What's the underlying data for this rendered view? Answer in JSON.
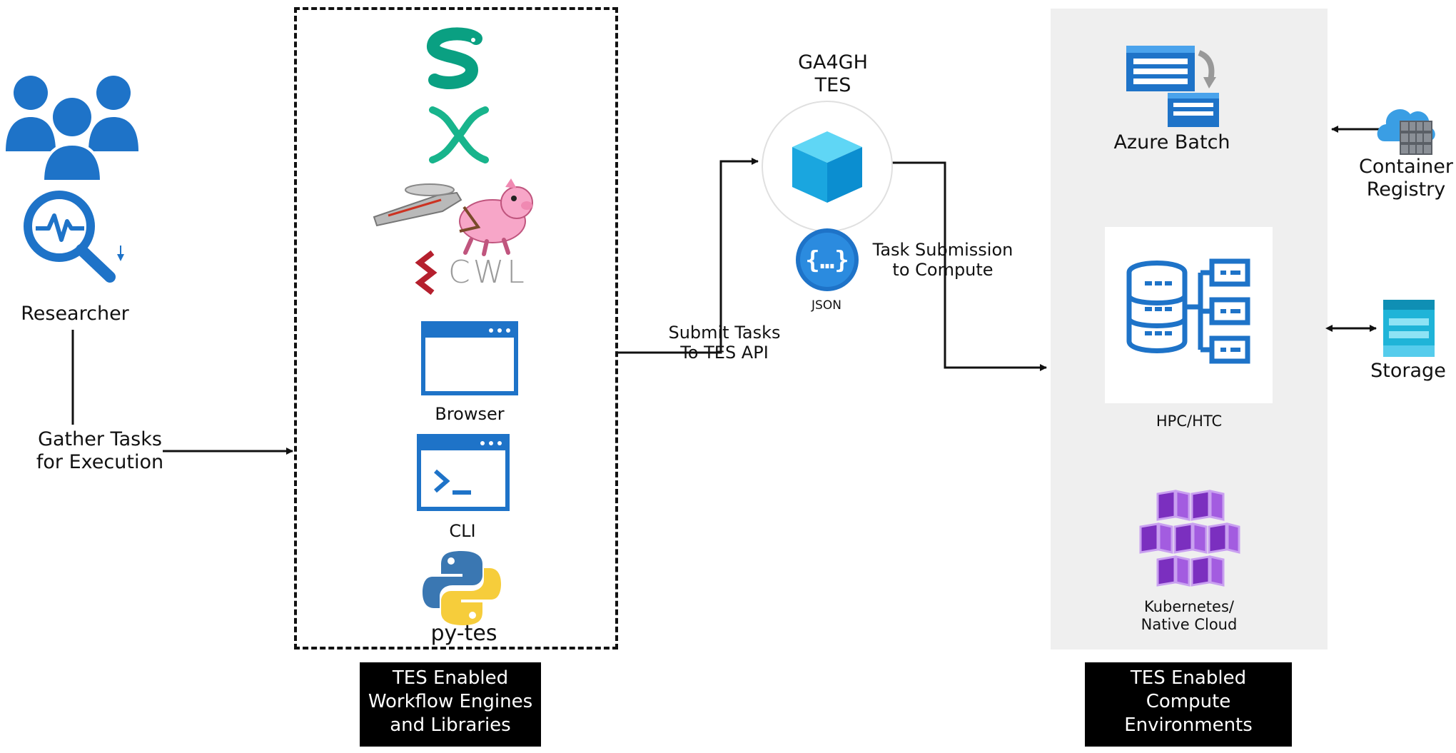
{
  "researcher": {
    "label": "Researcher",
    "gather_label": "Gather Tasks\nfor Execution"
  },
  "engines": {
    "cwl_label": "CWL",
    "browser_label": "Browser",
    "cli_label": "CLI",
    "pytes_label": "py-tes",
    "caption": "TES Enabled\nWorkflow Engines\nand Libraries"
  },
  "tes": {
    "title": "GA4GH\nTES",
    "json_label": "JSON",
    "submit_label": "Submit Tasks\nTo TES API",
    "submission_label": "Task Submission\nto Compute"
  },
  "compute": {
    "azure_batch_label": "Azure Batch",
    "hpc_label": "HPC/HTC",
    "kubernetes_label": "Kubernetes/\nNative Cloud",
    "caption": "TES Enabled\nCompute\nEnvironments"
  },
  "external": {
    "registry_label": "Container\nRegistry",
    "storage_label": "Storage"
  },
  "colors": {
    "azure_blue": "#1e73c8",
    "snakemake_teal": "#0aa082",
    "nextflow_teal": "#18b48c",
    "cwl_red": "#b5202e",
    "kubernetes_purple": "#7b2fbf",
    "caption_bg": "#000000",
    "panel_bg": "#efefef"
  }
}
